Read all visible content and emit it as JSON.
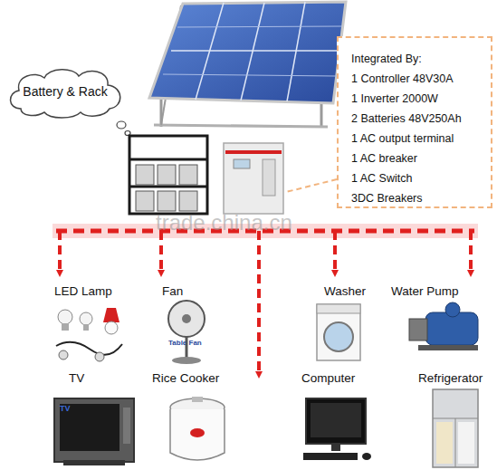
{
  "diagram": {
    "nodes": [
      {
        "text": [
          "Battery & Rack"
        ]
      },
      {
        "text": [
          "Integrated By:",
          "1 Controller 48V30A",
          "1 Inverter 2000W",
          "2 Batteries 48V250Ah",
          "1 AC output terminal",
          "1 AC breaker",
          "1 AC Switch",
          "3DC Breakers"
        ]
      }
    ],
    "labels": [
      "trade.china.cn",
      "LED Lamp",
      "Fan",
      "Washer",
      "Water Pump",
      "TV",
      "Rice Cooker",
      "Computer",
      "Refrigerator",
      "Table Fan",
      "TV"
    ]
  }
}
